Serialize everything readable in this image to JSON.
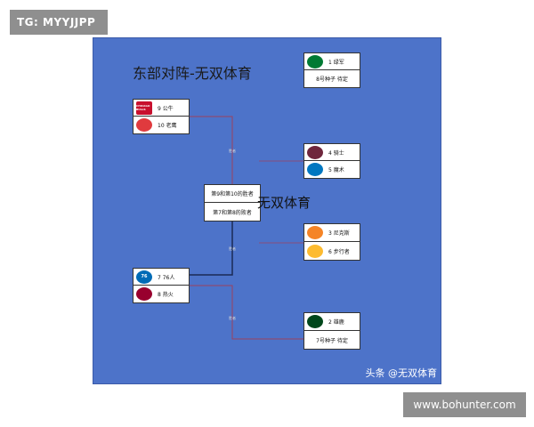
{
  "watermark_top": "TG: MYYJJPP",
  "watermark_bottom": "www.bohunter.com",
  "bracket": {
    "title": "东部对阵-无双体育",
    "center_watermark": "无双体育",
    "corner_watermark": "头条 @无双体育",
    "round_labels": [
      "胜者",
      "胜者",
      "胜者"
    ],
    "nodes": {
      "bulls_hawks": {
        "top": "9 公牛",
        "bottom": "10 老鹰"
      },
      "celtics": {
        "top": "1 绿军",
        "bottom": "8号种子 待定"
      },
      "cavs_magic": {
        "top": "4 骑士",
        "bottom": "5 魔术"
      },
      "playin": {
        "top": "第9和第10的胜者",
        "bottom": "第7和第8的败者"
      },
      "knicks_pacers": {
        "top": "3 尼克斯",
        "bottom": "6 步行者"
      },
      "sixers_heat": {
        "top": "7 76人",
        "bottom": "8 热火"
      },
      "bucks": {
        "top": "2 雄鹿",
        "bottom": "7号种子 待定"
      }
    },
    "logos": {
      "bulls": {
        "icon": "bulls-logo",
        "text": "CHICAGO BULLS",
        "color": "#c8102e"
      },
      "hawks": {
        "icon": "hawks-logo",
        "text": "",
        "color": "#e03a3e"
      },
      "celtics": {
        "icon": "celtics-logo",
        "text": "",
        "color": "#007a33"
      },
      "cavs": {
        "icon": "cavaliers-logo",
        "text": "",
        "color": "#6f263d"
      },
      "magic": {
        "icon": "magic-logo",
        "text": "",
        "color": "#0077c0"
      },
      "knicks": {
        "icon": "knicks-logo",
        "text": "",
        "color": "#f58426"
      },
      "pacers": {
        "icon": "pacers-logo",
        "text": "",
        "color": "#fdbb30"
      },
      "sixers": {
        "icon": "76ers-logo",
        "text": "76",
        "color": "#006bb6"
      },
      "heat": {
        "icon": "heat-logo",
        "text": "",
        "color": "#98002e"
      },
      "bucks": {
        "icon": "bucks-logo",
        "text": "",
        "color": "#00471b"
      }
    },
    "colors": {
      "background": "#4d73c9",
      "line_primary": "#1b2a55",
      "line_secondary": "#9a4060"
    }
  }
}
